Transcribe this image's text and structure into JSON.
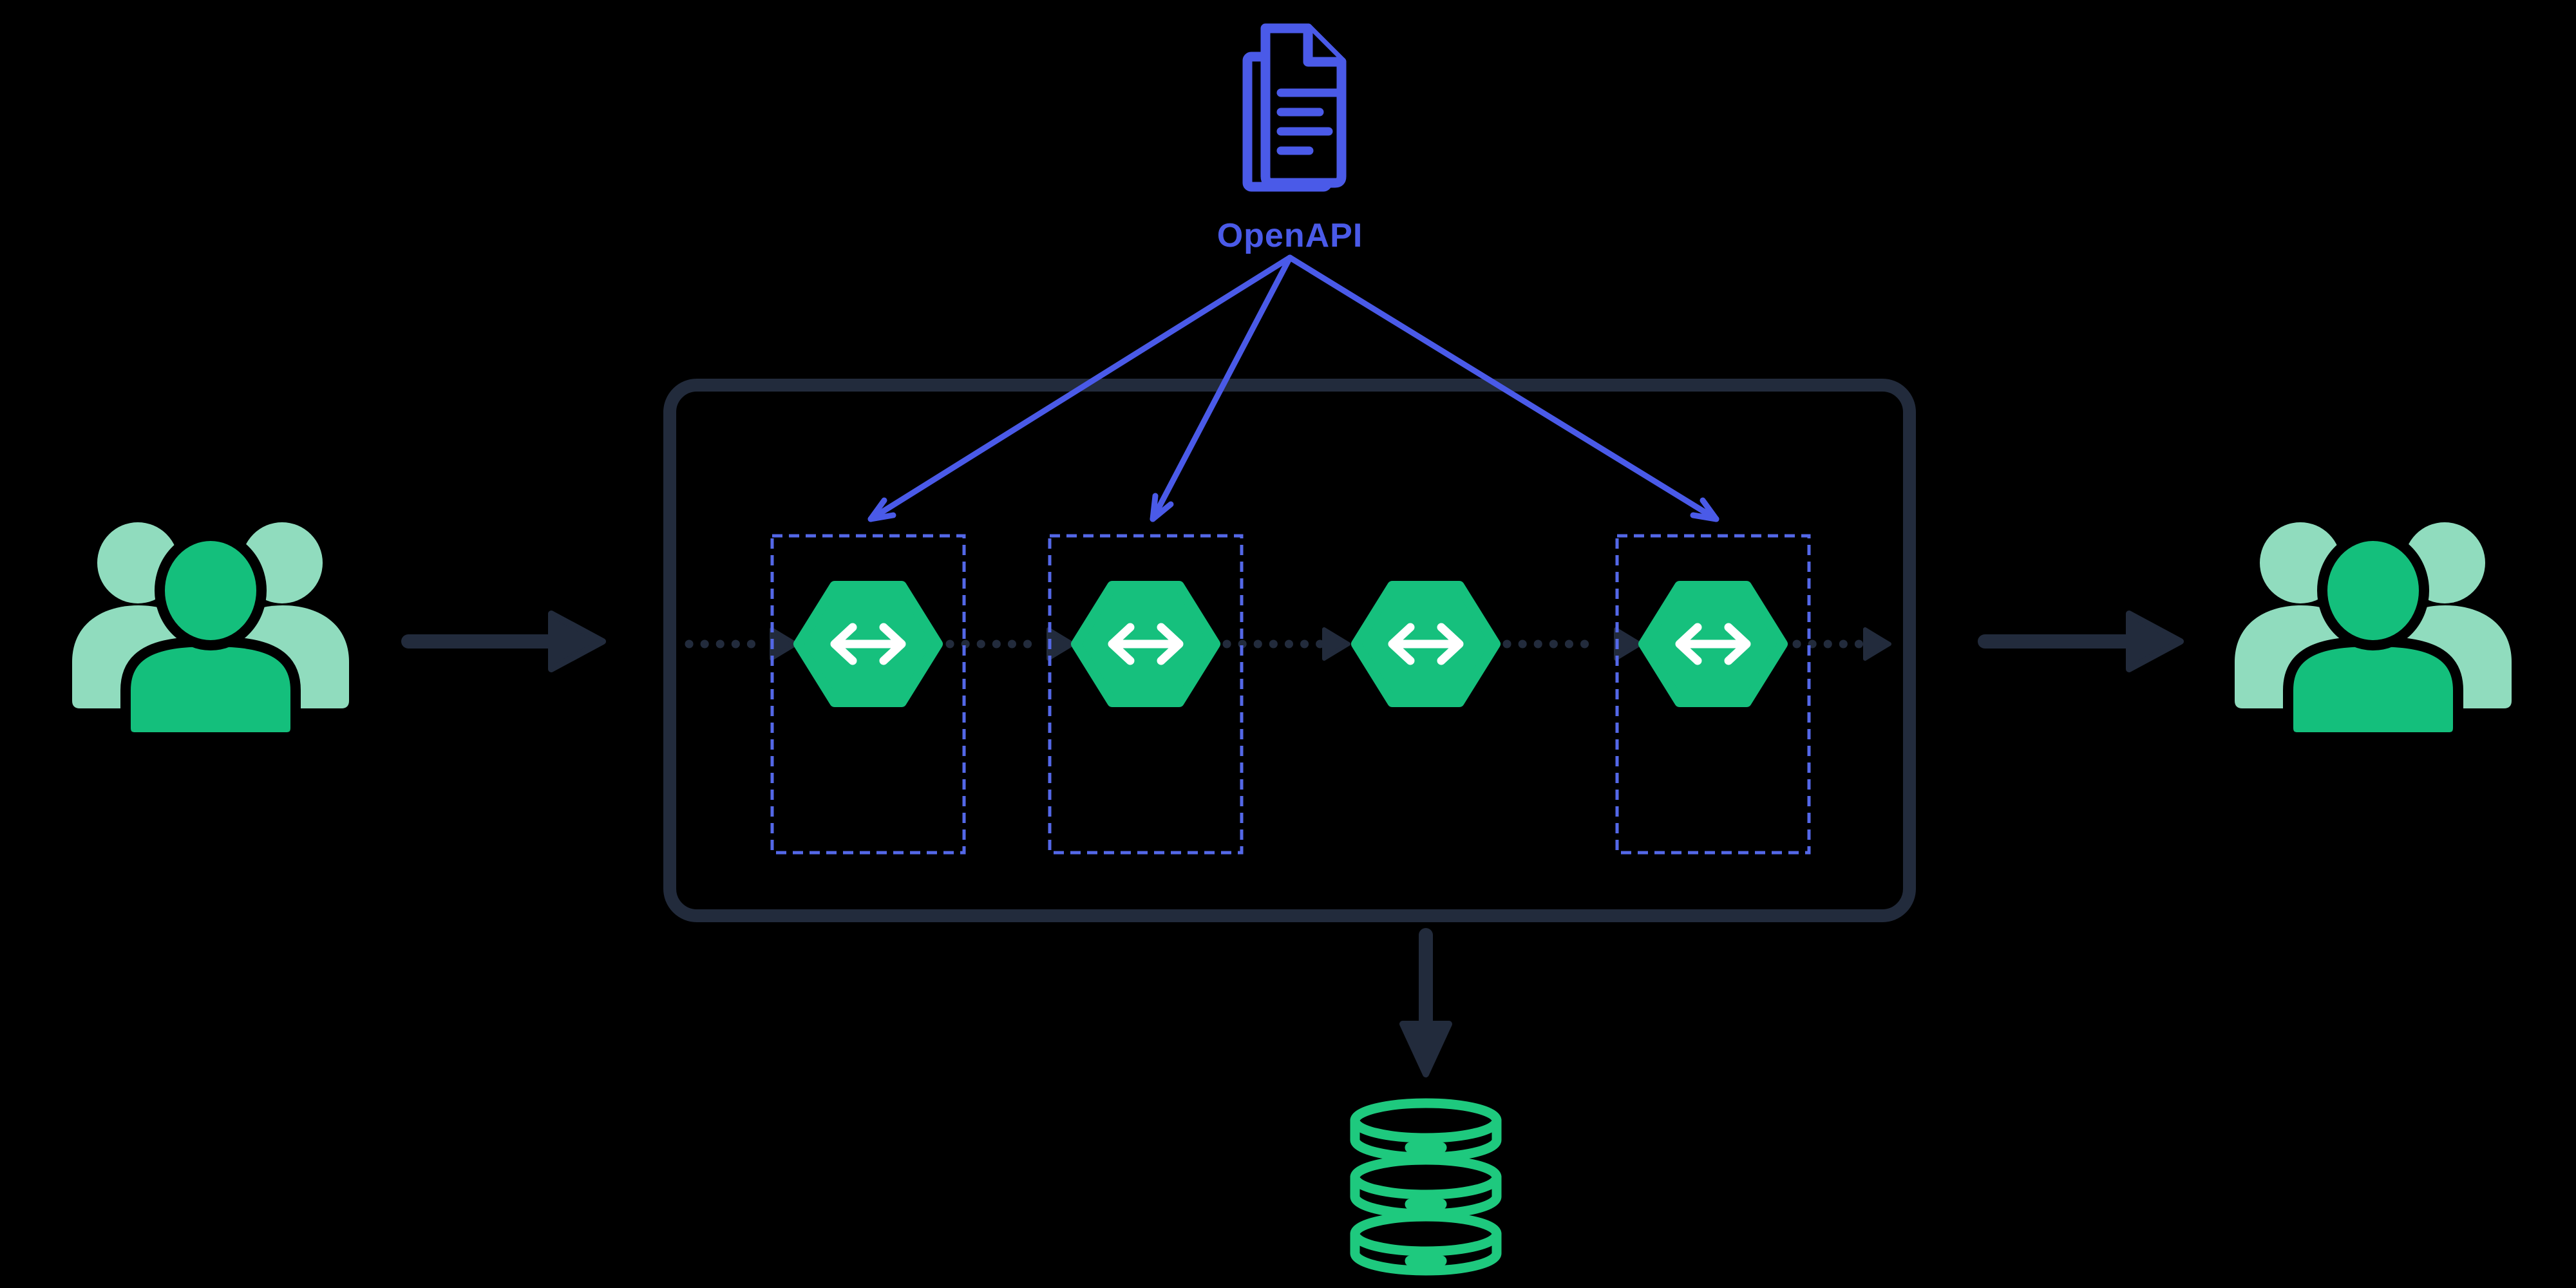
{
  "colors": {
    "background": "#000000",
    "navy": "#222B3C",
    "blue": "#4A5AE8",
    "dash_blue": "#5468E8",
    "green": "#16C07D",
    "green_people": "#14BF7C",
    "green_db": "#1EC97E",
    "mint": "#90DCBE",
    "white": "#FFFFFF"
  },
  "openapi": {
    "label": "OpenAPI",
    "icon": "document-icon",
    "spec_arrows": 3
  },
  "gateway": {
    "hexagon_icon": "double-arrow-icon",
    "stages": [
      {
        "id": 1,
        "dashed_box": true
      },
      {
        "id": 2,
        "dashed_box": true
      },
      {
        "id": 3,
        "dashed_box": false
      },
      {
        "id": 4,
        "dashed_box": true
      }
    ]
  },
  "endpoints": {
    "left_users_icon": "users-icon",
    "right_users_icon": "users-icon"
  },
  "storage": {
    "icon": "database-icon",
    "disks": 3
  }
}
